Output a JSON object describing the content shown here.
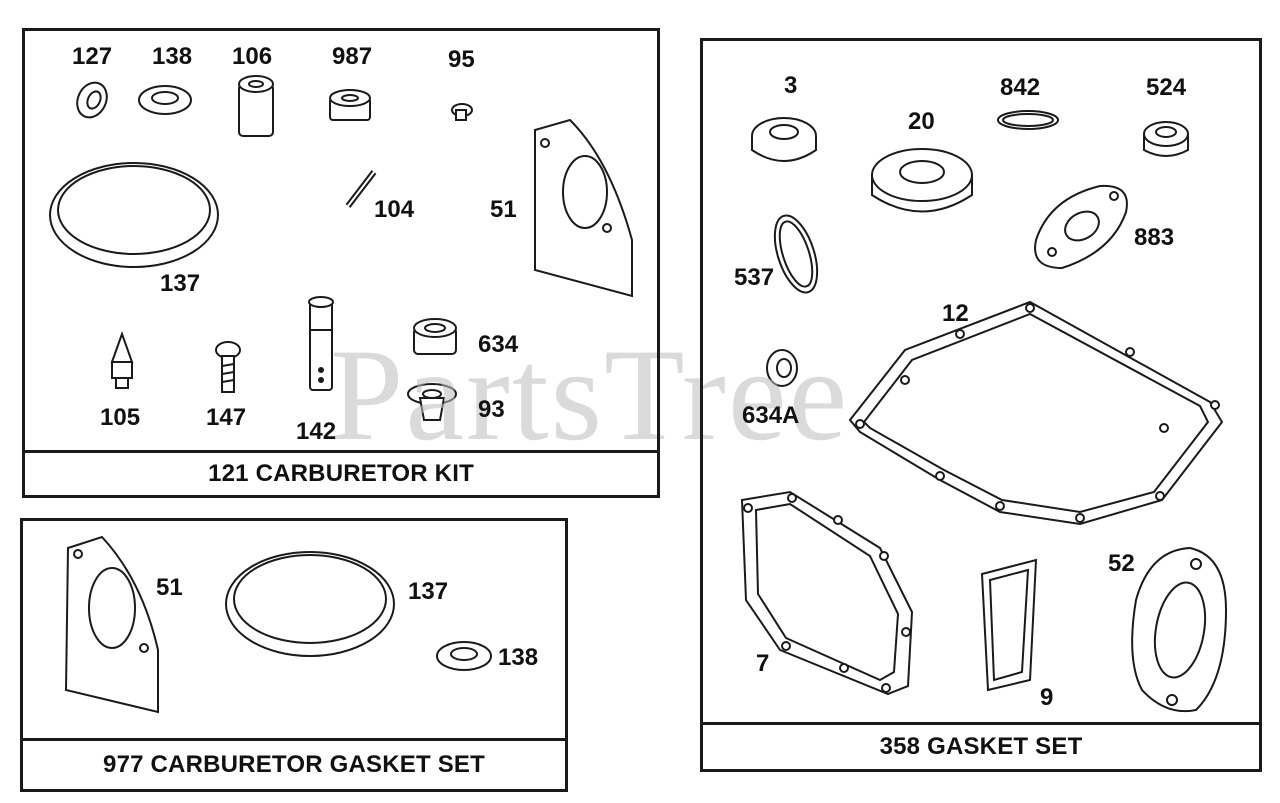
{
  "watermark": "PartsTree",
  "panels": {
    "carb_kit": {
      "caption": "121 CARBURETOR KIT",
      "labels": {
        "p127": "127",
        "p138": "138",
        "p106": "106",
        "p987": "987",
        "p95": "95",
        "p104": "104",
        "p51": "51",
        "p137": "137",
        "p634": "634",
        "p105": "105",
        "p147": "147",
        "p142": "142",
        "p93": "93"
      }
    },
    "carb_gasket_set": {
      "caption": "977 CARBURETOR GASKET SET",
      "labels": {
        "p51": "51",
        "p137": "137",
        "p138": "138"
      }
    },
    "gasket_set": {
      "caption": "358 GASKET SET",
      "labels": {
        "p3": "3",
        "p20": "20",
        "p842": "842",
        "p524": "524",
        "p883": "883",
        "p537": "537",
        "p12": "12",
        "p634A": "634A",
        "p7": "7",
        "p9": "9",
        "p52": "52"
      }
    }
  },
  "colors": {
    "line": "#1a1a1a",
    "watermark": "#bdbdbd"
  }
}
